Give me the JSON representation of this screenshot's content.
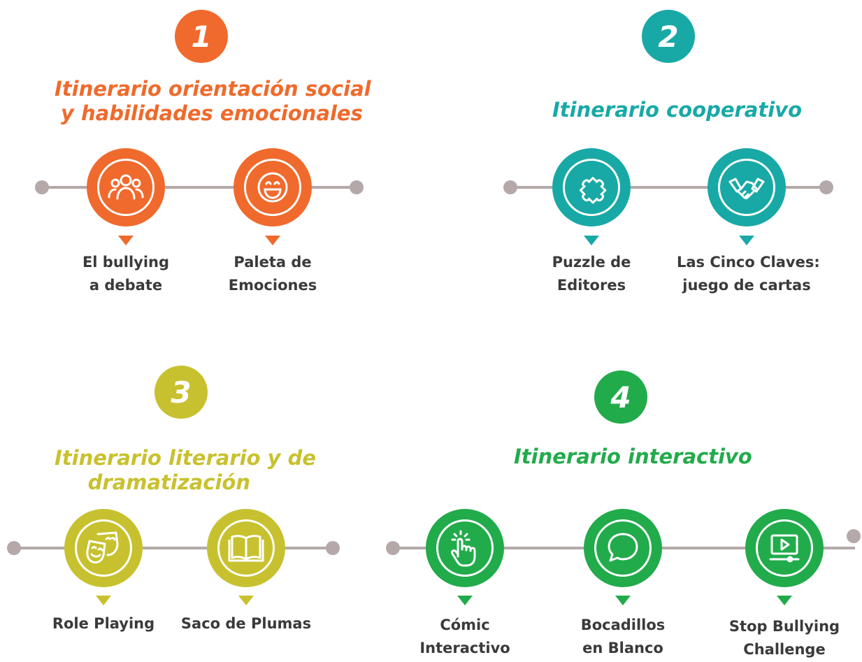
{
  "colors": {
    "orange": "#ef6a2c",
    "teal": "#18a9a6",
    "olive": "#c8c12f",
    "green": "#22ab4b",
    "line": "#b4a9a8"
  },
  "itineraries": [
    {
      "number": "1",
      "title_line1": "Itinerario orientación social",
      "title_line2": "y habilidades emocionales",
      "items": [
        {
          "icon": "group-icon",
          "line1": "El bullying",
          "line2": "a debate"
        },
        {
          "icon": "smiley-icon",
          "line1": "Paleta de",
          "line2": "Emociones"
        }
      ]
    },
    {
      "number": "2",
      "title_line1": "Itinerario cooperativo",
      "items": [
        {
          "icon": "puzzle-icon",
          "line1": "Puzzle de",
          "line2": "Editores"
        },
        {
          "icon": "handshake-icon",
          "line1": "Las Cinco Claves:",
          "line2": "juego de cartas"
        }
      ]
    },
    {
      "number": "3",
      "title_line1": "Itinerario literario y de",
      "title_line2": "dramatización",
      "items": [
        {
          "icon": "theater-masks-icon",
          "line1": "Role Playing"
        },
        {
          "icon": "open-book-icon",
          "line1": "Saco de Plumas"
        }
      ]
    },
    {
      "number": "4",
      "title_line1": "Itinerario interactivo",
      "items": [
        {
          "icon": "touch-hand-icon",
          "line1": "Cómic",
          "line2": "Interactivo"
        },
        {
          "icon": "speech-bubble-icon",
          "line1": "Bocadillos",
          "line2": "en Blanco"
        },
        {
          "icon": "video-play-icon",
          "line1": "Stop Bullying",
          "line2": "Challenge"
        }
      ]
    }
  ]
}
